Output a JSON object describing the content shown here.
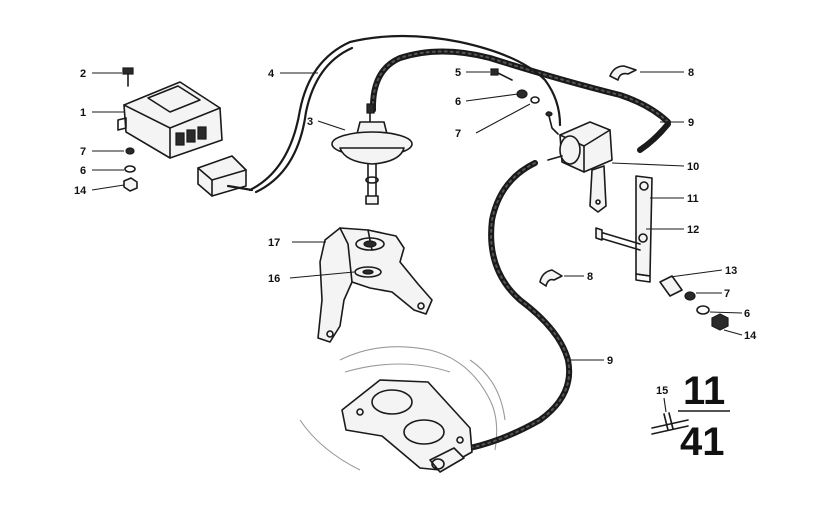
{
  "callouts": [
    {
      "id": "c1",
      "label": "1"
    },
    {
      "id": "c2",
      "label": "2"
    },
    {
      "id": "c3",
      "label": "3"
    },
    {
      "id": "c4",
      "label": "4"
    },
    {
      "id": "c5",
      "label": "5"
    },
    {
      "id": "c6a",
      "label": "6"
    },
    {
      "id": "c6b",
      "label": "6"
    },
    {
      "id": "c6c",
      "label": "6"
    },
    {
      "id": "c7a",
      "label": "7"
    },
    {
      "id": "c7b",
      "label": "7"
    },
    {
      "id": "c7c",
      "label": "7"
    },
    {
      "id": "c8a",
      "label": "8"
    },
    {
      "id": "c8b",
      "label": "8"
    },
    {
      "id": "c9a",
      "label": "9"
    },
    {
      "id": "c9b",
      "label": "9"
    },
    {
      "id": "c10",
      "label": "10"
    },
    {
      "id": "c11",
      "label": "11"
    },
    {
      "id": "c12",
      "label": "12"
    },
    {
      "id": "c13",
      "label": "13"
    },
    {
      "id": "c14a",
      "label": "14"
    },
    {
      "id": "c14b",
      "label": "14"
    },
    {
      "id": "c15",
      "label": "15"
    },
    {
      "id": "c16",
      "label": "16"
    },
    {
      "id": "c17",
      "label": "17"
    }
  ],
  "group": {
    "main": "11",
    "sub": "41"
  },
  "colors": {
    "ink": "#1a1a1a",
    "paper": "#ffffff",
    "ghost": "#9a9a9a"
  }
}
